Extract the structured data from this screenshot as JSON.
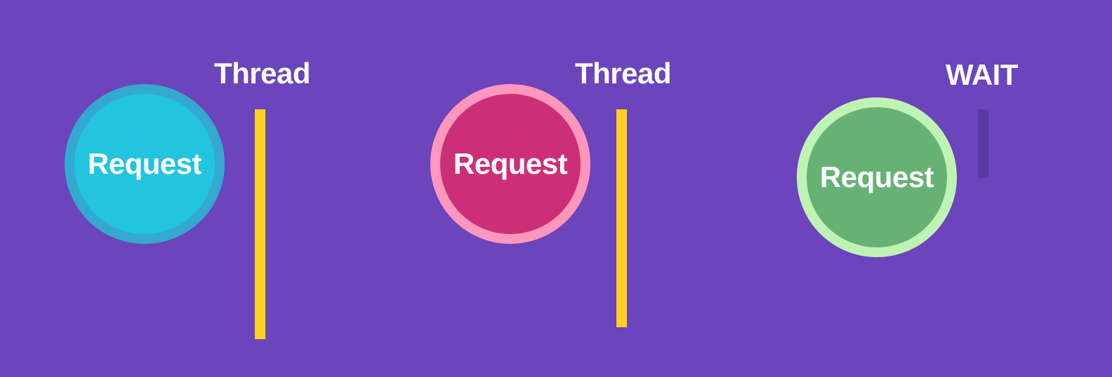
{
  "colors": {
    "background": "#6c44bc",
    "thread_bar": "#fcd21f",
    "wait_bar": "#5b38a8"
  },
  "groups": [
    {
      "request_label": "Request",
      "heading": "Thread",
      "circle_fill": "#22c4e0",
      "circle_ring": "#35a8d0"
    },
    {
      "request_label": "Request",
      "heading": "Thread",
      "circle_fill": "#cc2f78",
      "circle_ring": "#ff96bc"
    },
    {
      "request_label": "Request",
      "heading": "WAIT",
      "circle_fill": "#66b274",
      "circle_ring": "#bff3b4"
    }
  ]
}
